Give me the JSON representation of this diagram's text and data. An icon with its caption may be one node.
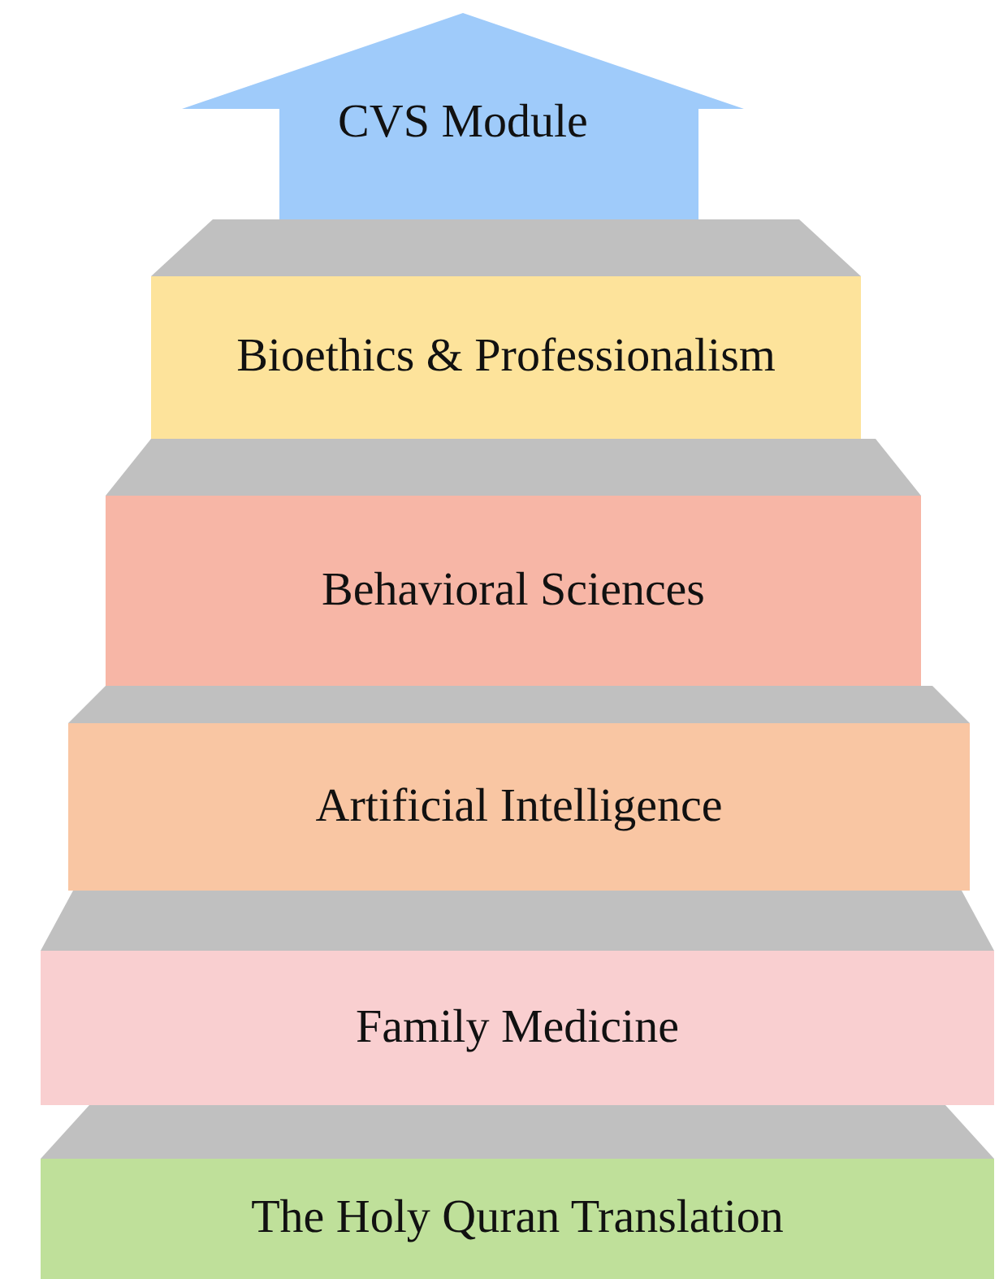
{
  "diagram": {
    "nodes": [
      {
        "text": [
          "CVS Module"
        ]
      },
      {
        "text": [
          "Bioethics & Professionalism"
        ]
      },
      {
        "text": [
          "Behavioral Sciences"
        ]
      },
      {
        "text": [
          "Artificial Intelligence"
        ]
      },
      {
        "text": [
          "Family Medicine"
        ]
      },
      {
        "text": [
          "The Holy Quran Translation"
        ]
      }
    ]
  }
}
